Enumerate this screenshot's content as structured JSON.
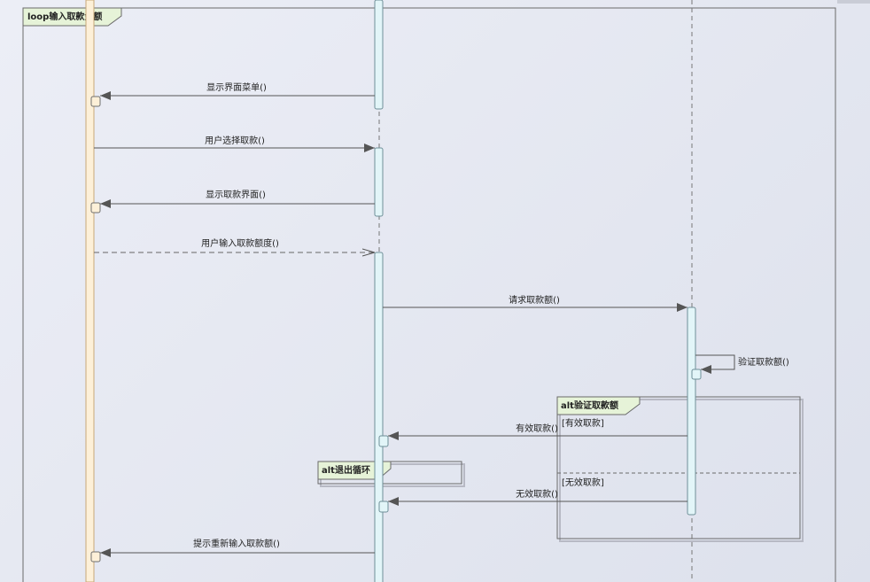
{
  "frames": {
    "loop": {
      "label": "loop输入取款金额"
    },
    "alt_validate": {
      "label": "alt验证取款额",
      "guard_valid": "[有效取款]",
      "guard_invalid": "[无效取款]"
    },
    "alt_exit": {
      "label": "alt退出循环"
    }
  },
  "messages": [
    {
      "id": "m1",
      "label": "显示界面菜单()"
    },
    {
      "id": "m2",
      "label": "用户选择取款()"
    },
    {
      "id": "m3",
      "label": "显示取款界面()"
    },
    {
      "id": "m4",
      "label": "用户输入取款额度()"
    },
    {
      "id": "m5",
      "label": "请求取款额()"
    },
    {
      "id": "m6",
      "label": "验证取款额()"
    },
    {
      "id": "m7",
      "label": "有效取款()"
    },
    {
      "id": "m8",
      "label": "无效取款()"
    },
    {
      "id": "m9",
      "label": "提示重新输入取款额()"
    }
  ],
  "colors": {
    "lifeline1_fill": "#fdf0d8",
    "lifeline1_stroke": "#c8a878",
    "activation_fill": "#e2f5f8",
    "activation_stroke": "#6f8f98",
    "frame_tab_fill": "#e6f3d8",
    "line": "#555555"
  }
}
